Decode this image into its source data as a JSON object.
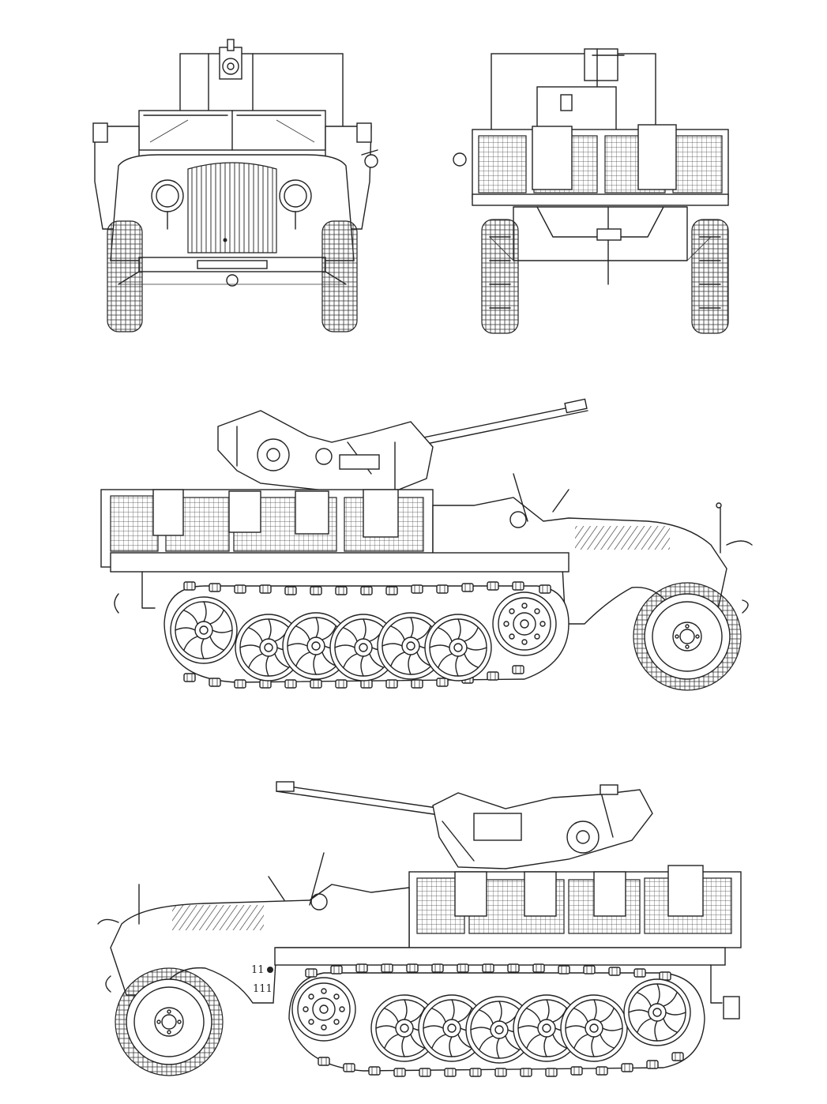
{
  "colors": {
    "line": "#222222",
    "background": "#ffffff"
  },
  "views": [
    {
      "id": "front-view",
      "icon": "halftrack-front-view-icon"
    },
    {
      "id": "rear-view",
      "icon": "halftrack-rear-view-icon"
    },
    {
      "id": "right-side-view",
      "icon": "halftrack-right-side-view-icon"
    },
    {
      "id": "left-side-view",
      "icon": "halftrack-left-side-view-icon"
    }
  ],
  "markings": {
    "hull_number_top": "11",
    "hull_number_bottom": "111"
  }
}
